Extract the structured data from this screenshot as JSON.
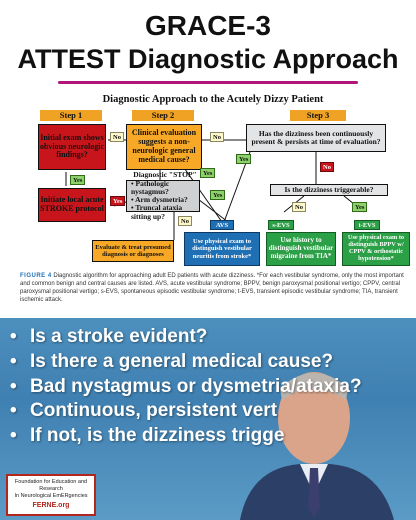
{
  "slide": {
    "title_line1": "GRACE-3",
    "title_line2": "ATTEST Diagnostic Approach"
  },
  "figure": {
    "title": "Diagnostic Approach to the Acutely Dizzy Patient",
    "steps": [
      "Step 1",
      "Step 2",
      "Step 3"
    ],
    "boxes": {
      "initial_exam": "Initial exam shows obvious neurologic findings?",
      "initiate_stroke": "Initiate local acute STROKE protocol",
      "clinical_eval": "Clinical evaluation suggests a non-neurologic general medical cause?",
      "stop_title": "Diagnostic \"STOP\"",
      "stop_items": [
        "• Pathologic nystagmus?",
        "• Arm dysmetria?",
        "• Truncal ataxia sitting up?"
      ],
      "evaluate_treat": "Evaluate & treat presumed diagnosis or diagnoses",
      "continuous": "Has the dizziness been continuously present & persists at time of evaluation?",
      "triggerable": "Is the dizziness triggerable?",
      "avs_label": "AVS",
      "avs_box": "Use physical exam to distinguish vestibular neuritis from stroke*",
      "sevs_label": "s-EVS",
      "sevs_box": "Use history to distinguish vestibular migraine from TIA*",
      "tevs_label": "t-EVS",
      "tevs_box": "Use physical exam to distinguish BPPV w/ CPPV & orthostatic hypotension*"
    },
    "tags": {
      "yes": "Yes",
      "no": "No"
    },
    "caption_label": "FIGURE 4",
    "caption_text": "Diagnostic algorithm for approaching adult ED patients with acute dizziness. *For each vestibular syndrome, only the most important and common benign and central causes are listed. AVS, acute vestibular syndrome; BPPV, benign paroxysmal positional vertigo; CPPV, central paroxysmal positional vertigo; s-EVS, spontaneous episodic vestibular syndrome; t-EVS, transient episodic vestibular syndrome; TIA, transient ischemic attack."
  },
  "bullets": [
    "Is a stroke evident?",
    "Is there a general medical cause?",
    "Bad nystagmus or dysmetria/ataxia?",
    "Continuous, persistent vert",
    "If not, is the dizziness trigge"
  ],
  "logo": {
    "line1": "Foundation for Education and Research",
    "line2": "In Neurological EmERgencies",
    "line3": "FERNE.org"
  },
  "colors": {
    "accent_rule": "#b0167a",
    "step_orange": "#f0a224",
    "stroke_red": "#c8151b",
    "vestibular_blue": "#1f6fb4",
    "episodic_green": "#2ba046",
    "photo_blue": "#4d8fbd"
  }
}
